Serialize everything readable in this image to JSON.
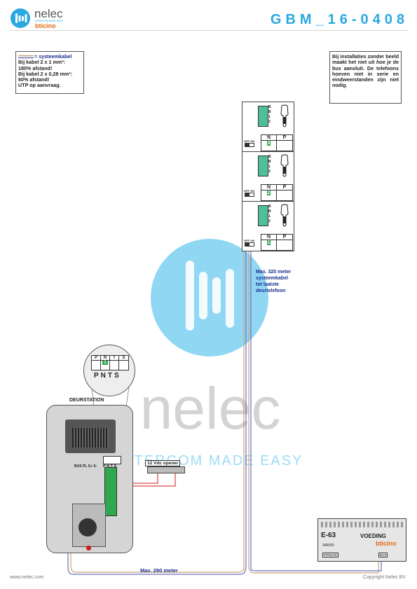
{
  "header": {
    "brand": "nelec",
    "brand_tagline": "INTERCOM MADE EASY",
    "partner": "bticino",
    "doc_code": "GBM_16-0408"
  },
  "notes": {
    "left": {
      "legend": "= systeemkabel",
      "lines": [
        "Bij kabel 2 x 1 mm²:",
        "180% afstand!",
        "Bij kabel 2 x 0,28 mm²:",
        "60% afstand!",
        "UTP op aanvraag."
      ]
    },
    "right": {
      "before": "Bij installaties zonder beeld maakt het niet uit ",
      "emph": "hoe",
      "after": " je de bus aansluit. De telefoons hoeven niet in serie en eindweerstanden zijn niet nodig."
    }
  },
  "distances": {
    "vertical": [
      "Max. 320 meter",
      "systeemkabel",
      "tot laatste",
      "deurtelefoon"
    ],
    "horizontal": "Max. 290 meter"
  },
  "watermark": {
    "word": "nelec",
    "tagline": "INTERCOM MADE EASY"
  },
  "phones": [
    {
      "terminals": [
        "B",
        "B",
        "1",
        "2"
      ],
      "switch": "OFF ON",
      "cols": [
        "N",
        "P"
      ],
      "n_value": "3"
    },
    {
      "terminals": [
        "B",
        "B",
        "1",
        "2"
      ],
      "switch": "OFF ON",
      "cols": [
        "N",
        "P"
      ],
      "n_value": "2"
    },
    {
      "terminals": [
        "B",
        "B",
        "1",
        "2"
      ],
      "switch": "OFF ON",
      "cols": [
        "N",
        "P"
      ],
      "n_value": "1"
    }
  ],
  "door_station": {
    "label": "DEURSTATION",
    "zoom_headers": [
      "P",
      "N",
      "T",
      "S"
    ],
    "zoom_value": "1",
    "zoom_labels": [
      "P",
      "N",
      "T",
      "S"
    ],
    "terminal_labels": "BUS PL S+ S-",
    "terminal_labels_right": "P N T S"
  },
  "opener": {
    "label": "12 Vdc opener"
  },
  "power_supply": {
    "model": "E-63",
    "name": "VOEDING",
    "code": "346000",
    "brand": "bticino",
    "primair": "PRIMAIR",
    "bus": "BUS"
  },
  "footer": {
    "left": "www.nelec.com",
    "right": "Copyright Nelec BV"
  },
  "colors": {
    "accent": "#29a9e0",
    "system_cable_1": "#c9a27a",
    "system_cable_2": "#6a6fc0",
    "red_wire": "#d01818",
    "terminal_green": "#2fa84f",
    "note_blue": "#1a2d8f"
  }
}
